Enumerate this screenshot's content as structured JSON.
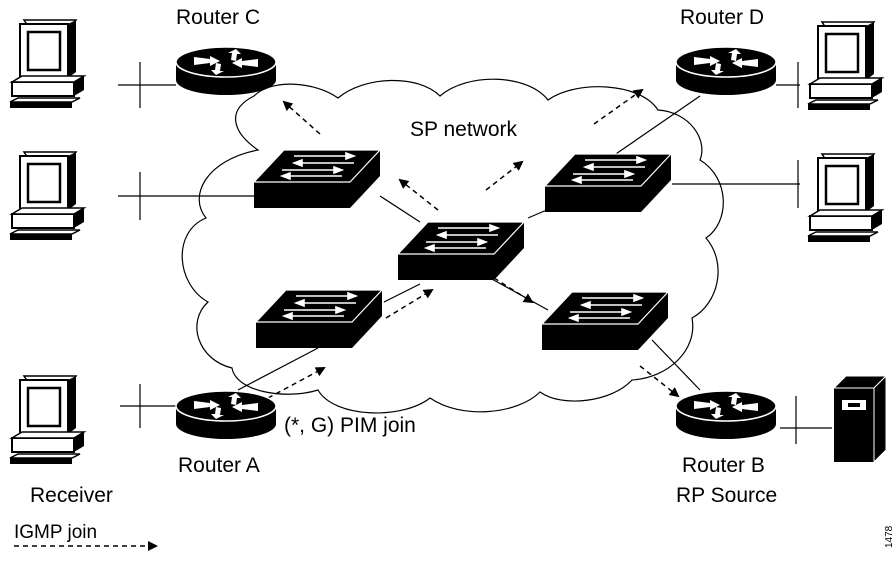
{
  "diagram": {
    "labels": {
      "router_c": "Router C",
      "router_d": "Router D",
      "router_a": "Router A",
      "router_b": "Router B",
      "rp_source": "RP Source",
      "receiver": "Receiver",
      "cloud": "SP network",
      "pim_join": "(*, G) PIM join",
      "legend_igmp": "IGMP join",
      "figure_id": "1478"
    },
    "colors": {
      "stroke": "#000000",
      "fill_white": "#ffffff",
      "fill_black": "#000000"
    },
    "icons": {
      "router": "router-icon",
      "switch": "switch-icon",
      "workstation": "workstation-icon",
      "server": "server-icon",
      "cloud": "cloud-icon"
    }
  }
}
